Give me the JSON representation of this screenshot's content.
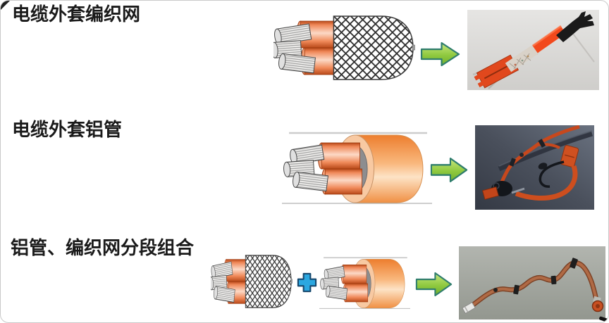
{
  "figure": {
    "rows": [
      {
        "label": "电缆外套编织网"
      },
      {
        "label": "电缆外套铝管"
      },
      {
        "label": "铝管、编织网分段组合"
      }
    ],
    "colors": {
      "label_text": "#1a1a1a",
      "arrow_fill": "#8fc93f",
      "arrow_border": "#2f7d6d",
      "plus_fill": "#2ba7e0",
      "plus_border": "#16486e",
      "cable_insulation_orange": "#ee8756",
      "aluminum_tube_orange": "#f4a564",
      "braid_mesh_line": "#2b2b2b",
      "conductor_strand_gray": "#ecebe9"
    }
  }
}
